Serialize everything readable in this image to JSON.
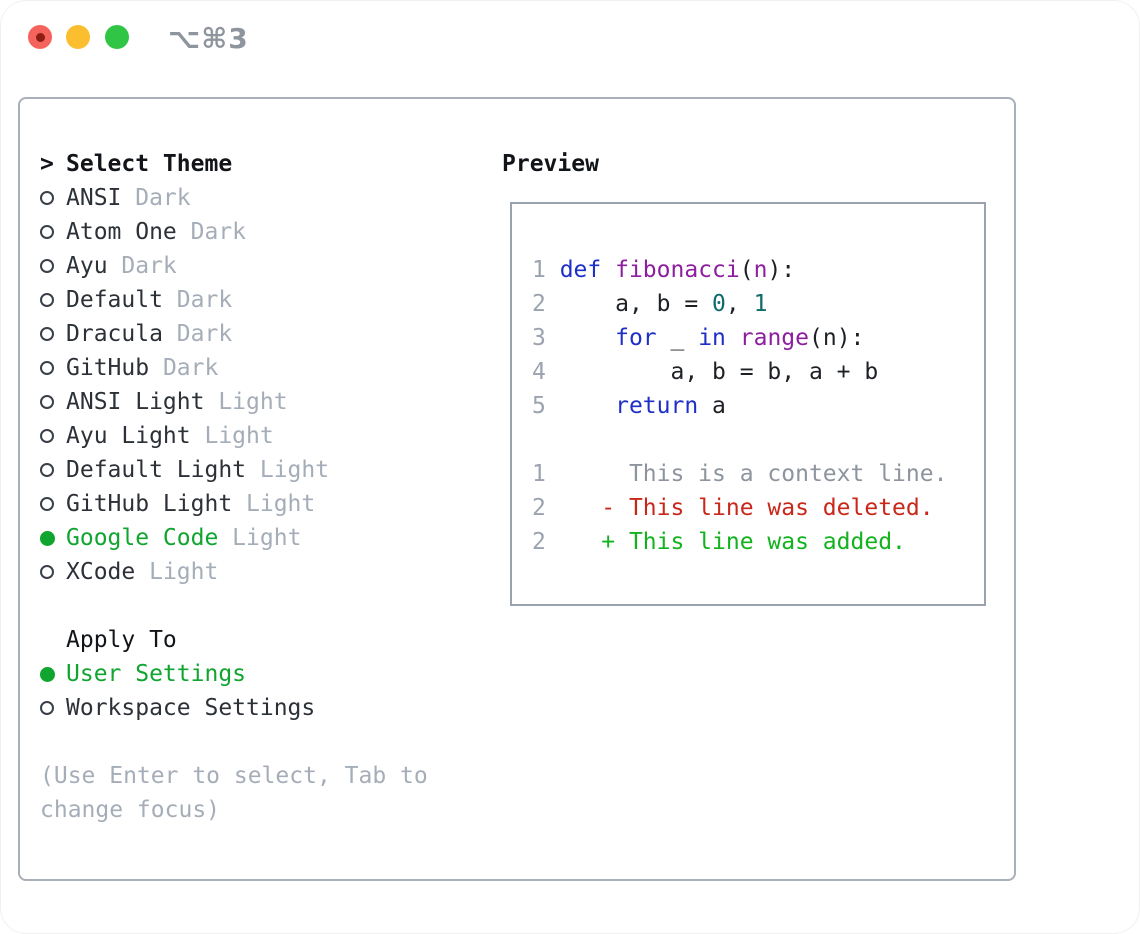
{
  "titlebar": {
    "shortcut": "⌥⌘3",
    "shortcut_color": "#8f959c",
    "buttons": {
      "close_color": "#f4645c",
      "close_dot_color": "#8c1d12",
      "minimize_color": "#fbbe2e",
      "zoom_color": "#31c546"
    }
  },
  "colors": {
    "text_dark": "#2c3138",
    "text_bold": "#111418",
    "muted": "#a5adb8",
    "selection_green": "#10a52f",
    "panel_border": "#a9b0ba"
  },
  "theme_list": {
    "title": "Select Theme",
    "items": [
      {
        "name": "ANSI",
        "variant": "Dark",
        "selected": false
      },
      {
        "name": "Atom One",
        "variant": "Dark",
        "selected": false
      },
      {
        "name": "Ayu",
        "variant": "Dark",
        "selected": false
      },
      {
        "name": "Default",
        "variant": "Dark",
        "selected": false
      },
      {
        "name": "Dracula",
        "variant": "Dark",
        "selected": false
      },
      {
        "name": "GitHub",
        "variant": "Dark",
        "selected": false
      },
      {
        "name": "ANSI Light",
        "variant": "Light",
        "selected": false
      },
      {
        "name": "Ayu Light",
        "variant": "Light",
        "selected": false
      },
      {
        "name": "Default Light",
        "variant": "Light",
        "selected": false
      },
      {
        "name": "GitHub Light",
        "variant": "Light",
        "selected": false
      },
      {
        "name": "Google Code",
        "variant": "Light",
        "selected": true
      },
      {
        "name": "XCode",
        "variant": "Light",
        "selected": false
      }
    ]
  },
  "apply_to": {
    "title": "Apply To",
    "options": [
      {
        "label": "User Settings",
        "selected": true
      },
      {
        "label": "Workspace Settings",
        "selected": false
      }
    ]
  },
  "help_text": "(Use Enter to select, Tab to change focus)",
  "preview": {
    "title": "Preview",
    "syntax_colors": {
      "keyword": "#1e2fc8",
      "name": "#8c1e9f",
      "number": "#0e6b6b",
      "plain": "#1d2126",
      "line_number": "#9aa3af",
      "context": "#8d949e",
      "deleted": "#c9271a",
      "added": "#12b31e"
    },
    "code_lines": [
      {
        "num": "1",
        "tokens": [
          {
            "t": "def",
            "c": "keyword"
          },
          {
            "t": " ",
            "c": "plain"
          },
          {
            "t": "fibonacci",
            "c": "name"
          },
          {
            "t": "(",
            "c": "plain"
          },
          {
            "t": "n",
            "c": "name"
          },
          {
            "t": "):",
            "c": "plain"
          }
        ]
      },
      {
        "num": "2",
        "tokens": [
          {
            "t": "    a, b = ",
            "c": "plain"
          },
          {
            "t": "0",
            "c": "number"
          },
          {
            "t": ", ",
            "c": "plain"
          },
          {
            "t": "1",
            "c": "number"
          }
        ]
      },
      {
        "num": "3",
        "tokens": [
          {
            "t": "    ",
            "c": "plain"
          },
          {
            "t": "for",
            "c": "keyword"
          },
          {
            "t": " _ ",
            "c": "plain"
          },
          {
            "t": "in",
            "c": "keyword"
          },
          {
            "t": " ",
            "c": "plain"
          },
          {
            "t": "range",
            "c": "name"
          },
          {
            "t": "(n):",
            "c": "plain"
          }
        ]
      },
      {
        "num": "4",
        "tokens": [
          {
            "t": "        a, b = b, a + b",
            "c": "plain"
          }
        ]
      },
      {
        "num": "5",
        "tokens": [
          {
            "t": "    ",
            "c": "plain"
          },
          {
            "t": "return",
            "c": "keyword"
          },
          {
            "t": " a",
            "c": "plain"
          }
        ]
      }
    ],
    "diff_lines": [
      {
        "num": "1",
        "marker": " ",
        "text": "This is a context line.",
        "kind": "context"
      },
      {
        "num": "2",
        "marker": "-",
        "text": "This line was deleted.",
        "kind": "deleted"
      },
      {
        "num": "2",
        "marker": "+",
        "text": "This line was added.",
        "kind": "added"
      }
    ]
  }
}
